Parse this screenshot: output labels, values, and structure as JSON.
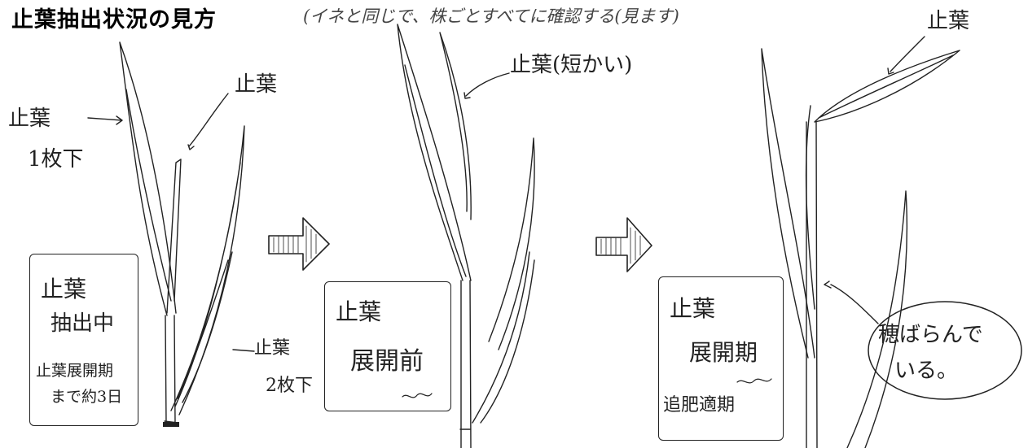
{
  "title": "止葉抽出状況の見方",
  "title_note": "(イネと同じで、株ごとすべてに確認する(見ます)",
  "stage1": {
    "label_leaf_below1_a": "止葉",
    "label_leaf_below1_b": "1枚下",
    "label_flag_leaf": "止葉",
    "label_leaf_below2_a": "止葉",
    "label_leaf_below2_b": "2枚下",
    "box_line1": "止葉",
    "box_line2": "抽出中",
    "box_line3": "止葉展開期",
    "box_line4": "まで約3日"
  },
  "stage2": {
    "label_flag_leaf": "止葉(短かい)",
    "box_line1": "止葉",
    "box_line2": "展開前"
  },
  "stage3": {
    "label_flag_leaf": "止葉",
    "box_line1": "止葉",
    "box_line2": "展開期",
    "box_line3": "追肥適期",
    "bubble_line1": "穂ばらんで",
    "bubble_line2": "いる。"
  },
  "colors": {
    "ink": "#222222",
    "title": "#000000",
    "background": "#ffffff"
  }
}
